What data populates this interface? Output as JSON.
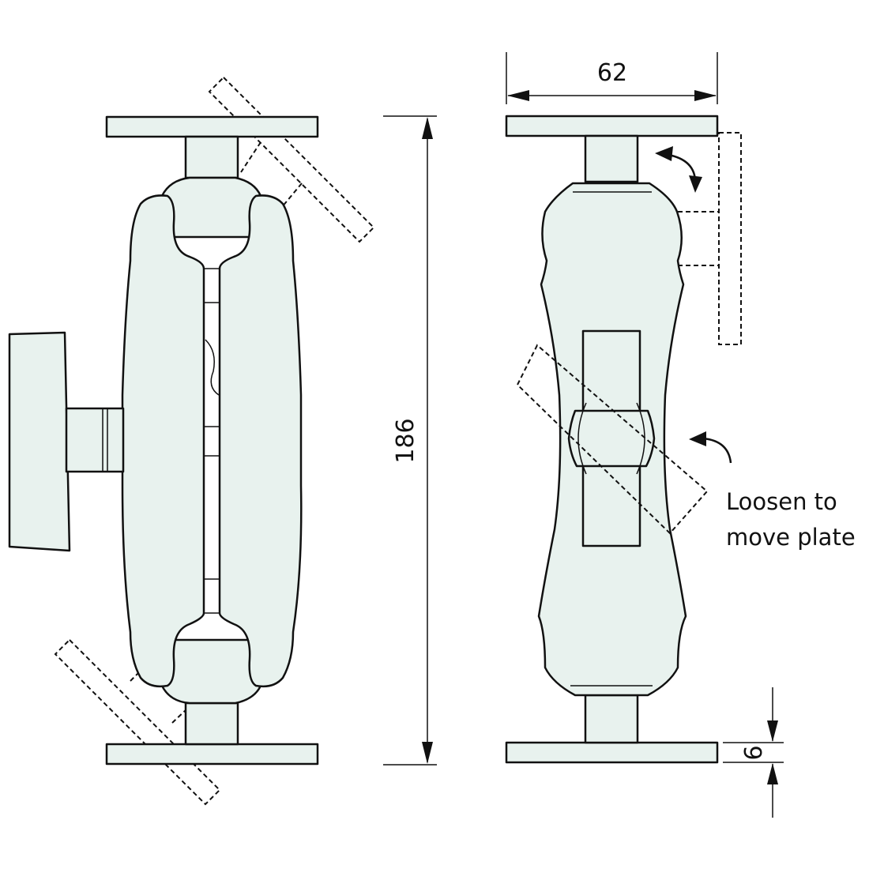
{
  "dimensions": {
    "width_label": "62",
    "height_label": "186",
    "plate_thickness_label": "6"
  },
  "annotation": {
    "line1": "Loosen to",
    "line2": "move plate"
  },
  "colors": {
    "part_fill": "#e8f2ee",
    "outline": "#111111"
  }
}
